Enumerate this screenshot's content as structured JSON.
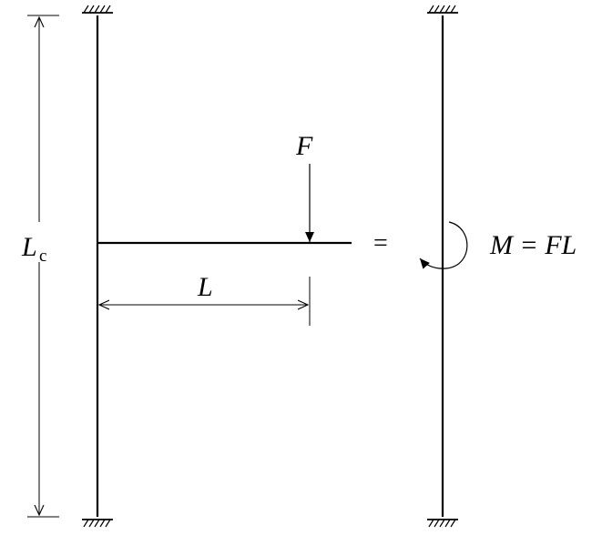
{
  "labels": {
    "column_height": "L",
    "column_height_subscript": "c",
    "force": "F",
    "beam_length": "L",
    "equals": "=",
    "moment_equation": "M = FL"
  },
  "colors": {
    "stroke": "#000000",
    "background": "#ffffff"
  }
}
